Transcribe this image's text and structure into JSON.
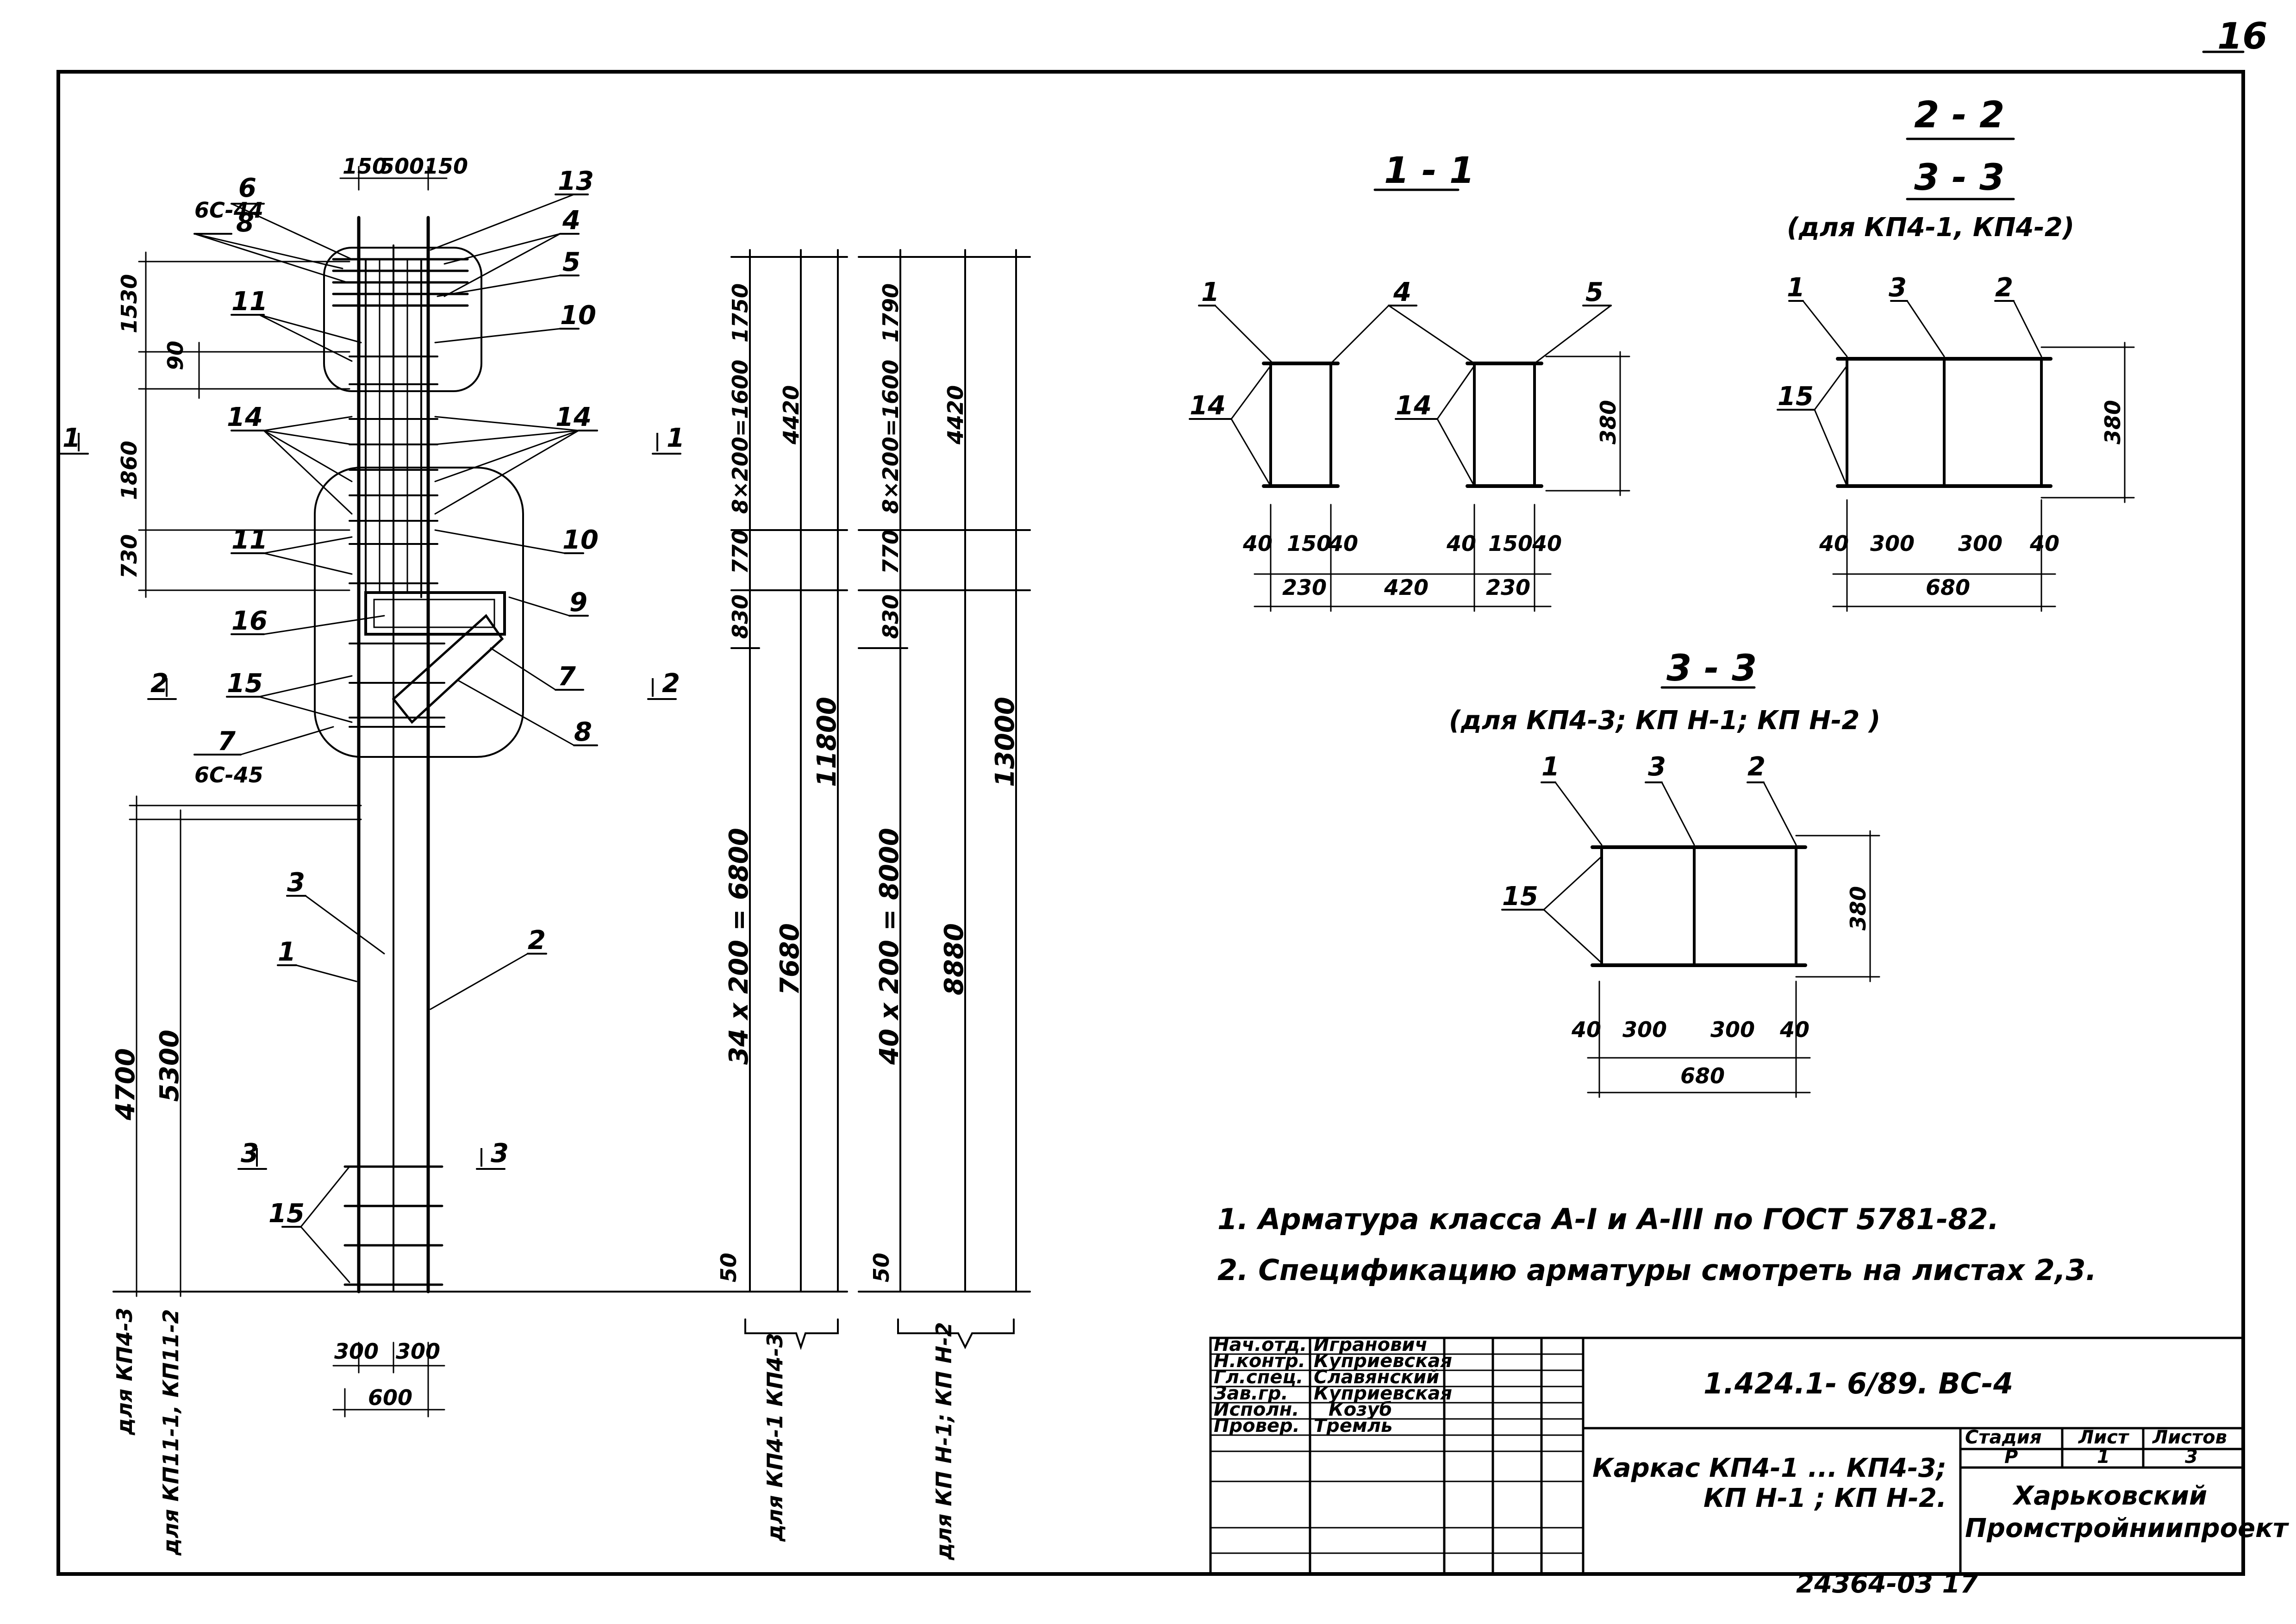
{
  "page_number": "16",
  "bottom_number": "24364-03  17",
  "column": {
    "dim_top": [
      "150",
      "500",
      "150"
    ],
    "dim_left": [
      "1530",
      "90",
      "1860",
      "730"
    ],
    "dim_bottom": [
      "300",
      "300",
      "600"
    ],
    "dim_long": [
      "4700",
      "5300"
    ],
    "callouts": {
      "c6": "6",
      "c6_sub": "6С-44",
      "c8a": "8",
      "c11a": "11",
      "c14a": "14",
      "c11b": "11",
      "c16": "16",
      "c15a": "15",
      "c7_sub_num": "7",
      "c7_sub": "6С-45",
      "c3": "3",
      "c1": "1",
      "c15b": "15",
      "c13": "13",
      "c4": "4",
      "c5": "5",
      "c10a": "10",
      "c14b": "14",
      "c10b": "10",
      "c9": "9",
      "c7": "7",
      "c8b": "8",
      "c2": "2"
    },
    "section_marks": {
      "s1_left": "1",
      "s1_right": "1",
      "s2_left": "2",
      "s2_right": "2",
      "s3_left": "3",
      "s3_right": "3"
    },
    "side_labels": {
      "kp43": "для КП4-3",
      "kp11": "для КП11-1, КП11-2"
    }
  },
  "elevations": {
    "a": {
      "dims": [
        "1750",
        "8×200=1600",
        "770",
        "830",
        "34 x 200 = 6800",
        "50"
      ],
      "totals": [
        "4420",
        "7680",
        "11800"
      ],
      "label": "для КП4-1  КП4-3"
    },
    "b": {
      "dims": [
        "1790",
        "8×200=1600",
        "770",
        "830",
        "40 x 200 = 8000",
        "50"
      ],
      "totals": [
        "4420",
        "8880",
        "13000"
      ],
      "label": "для КП Н-1; КП Н-2"
    }
  },
  "section_1_1": {
    "title": "1 - 1",
    "callouts": [
      "1",
      "4",
      "5",
      "14",
      "14"
    ],
    "dims": [
      "40",
      "150",
      "40",
      "40",
      "150",
      "40",
      "230",
      "420",
      "230",
      "380"
    ]
  },
  "section_2_2": {
    "title": "2 - 2",
    "title2": "3 - 3",
    "subtitle": "(для КП4-1, КП4-2)",
    "callouts": [
      "1",
      "3",
      "2",
      "15"
    ],
    "dims": [
      "40",
      "300",
      "300",
      "40",
      "680",
      "380"
    ]
  },
  "section_3_3": {
    "title": "3 - 3",
    "subtitle": "(для КП4-3; КП Н-1; КП Н-2 )",
    "callouts": [
      "1",
      "3",
      "2",
      "15"
    ],
    "dims": [
      "40",
      "300",
      "300",
      "40",
      "680",
      "380"
    ]
  },
  "notes": [
    "1. Арматура класса А-I и А-III по ГОСТ 5781-82.",
    "2. Спецификацию арматуры смотреть на листах 2,3."
  ],
  "title_block": {
    "rows": [
      {
        "role": "Нач.отд.",
        "name": "Игранович"
      },
      {
        "role": "Н.контр.",
        "name": "Куприевская"
      },
      {
        "role": "Гл.спец.",
        "name": "Славянский"
      },
      {
        "role": "Зав.гр.",
        "name": "Куприевская"
      },
      {
        "role": "Исполн.",
        "name": "Козуб"
      },
      {
        "role": "Провер.",
        "name": "Тремль"
      }
    ],
    "doc_code": "1.424.1- 6/89.   ВС-4",
    "title_line1": "Каркас  КП4-1 ... КП4-3;",
    "title_line2": "КП Н-1 ; КП Н-2.",
    "stage_header": "Стадия",
    "sheet_header": "Лист",
    "sheets_header": "Листов",
    "stage": "Р",
    "sheet": "1",
    "sheets": "3",
    "org_line1": "Харьковский",
    "org_line2": "Промстройниипроект"
  }
}
